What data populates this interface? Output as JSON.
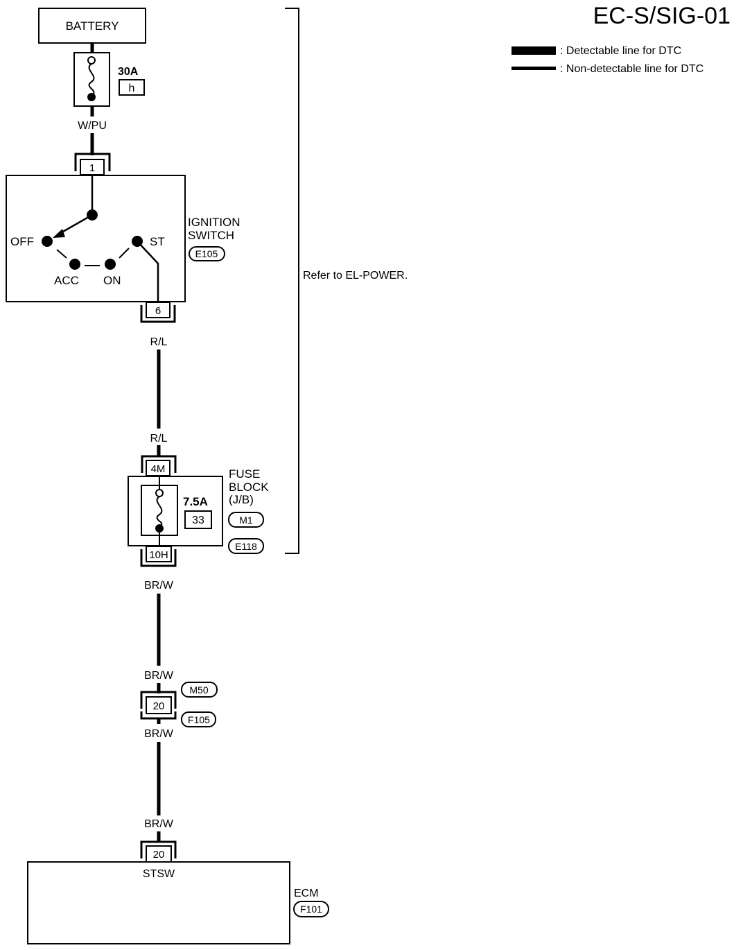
{
  "page_id": "EC-S/SIG-01",
  "legend": {
    "detectable": ": Detectable line for DTC",
    "non_detectable": ": Non-detectable line for DTC"
  },
  "battery": "BATTERY",
  "fusible_link": {
    "rating": "30A",
    "id": "h"
  },
  "wire_battery": "W/PU",
  "ign_switch": {
    "title_line1": "IGNITION",
    "title_line2": "SWITCH",
    "connector": "E105",
    "pin_in": "1",
    "pin_out": "6",
    "positions": {
      "off": "OFF",
      "acc": "ACC",
      "on": "ON",
      "st": "ST"
    }
  },
  "refer_text": "Refer to EL-POWER.",
  "wire_ign_top": "R/L",
  "wire_ign_bottom": "R/L",
  "fuse_block": {
    "title_line1": "FUSE",
    "title_line2": "BLOCK",
    "title_line3": "(J/B)",
    "pin_in": "4M",
    "pin_out": "10H",
    "fuse_rating": "7.5A",
    "fuse_id": "33",
    "conn1": "M1",
    "conn2": "E118"
  },
  "wire_fb_top": "BR/W",
  "wire_fb_bottom": "BR/W",
  "inline_connector": {
    "pin": "20",
    "conn_top": "M50",
    "conn_bottom": "F105"
  },
  "wire_ic_below": "BR/W",
  "wire_ecm": "BR/W",
  "ecm": {
    "title": "ECM",
    "connector": "F101",
    "pin": "20",
    "terminal": "STSW"
  }
}
